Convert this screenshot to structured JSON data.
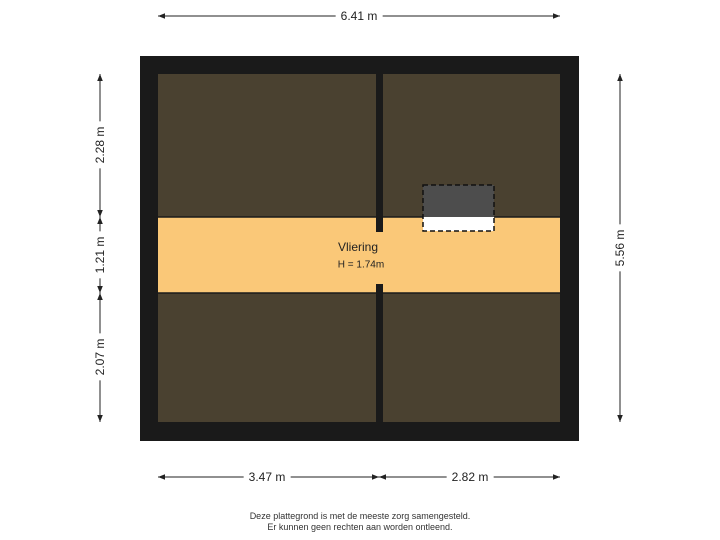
{
  "dimensions": {
    "total_width": "6.41 m",
    "total_depth": "5.56 m",
    "left_top": "2.28 m",
    "left_middle": "1.21 m",
    "left_bottom": "2.07 m",
    "bottom_left": "3.47 m",
    "bottom_right": "2.82 m"
  },
  "room": {
    "name": "Vliering",
    "height": "H = 1.74m"
  },
  "disclaimer": {
    "line1": "Deze plattegrond is met de meeste zorg samengesteld.",
    "line2": "Er kunnen geen rechten aan worden ontleend."
  },
  "colors": {
    "wall": "#1a1a1a",
    "low_area": "#4a4130",
    "floor": "#fac878",
    "dimension_line": "#222222"
  }
}
